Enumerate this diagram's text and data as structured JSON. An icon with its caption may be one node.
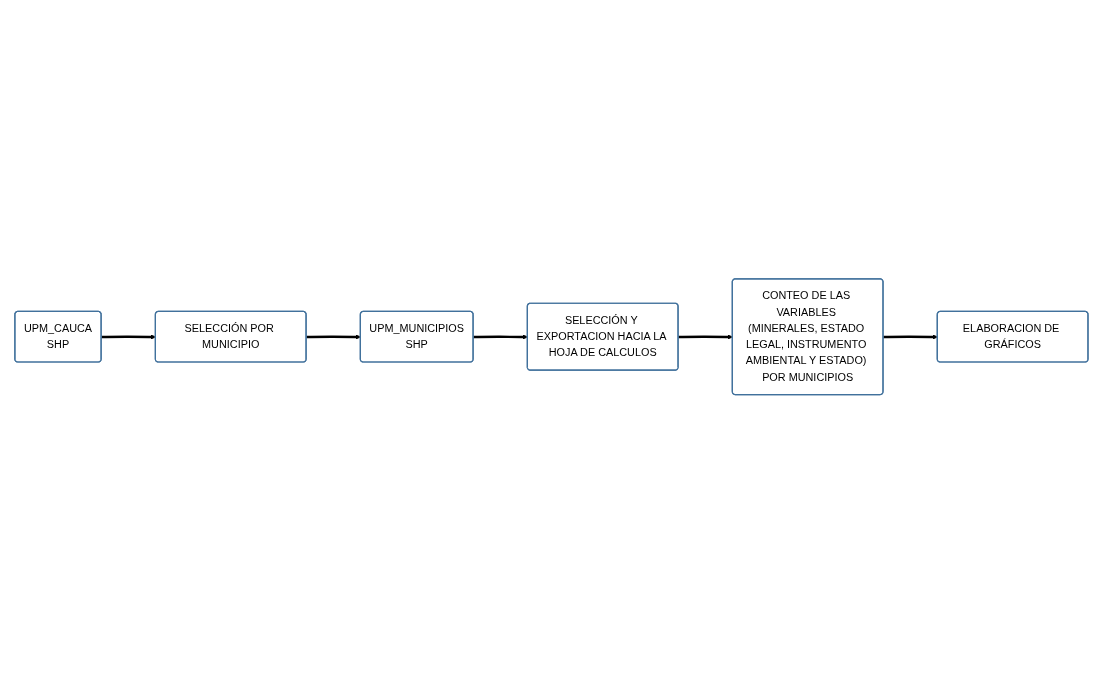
{
  "diagram": {
    "nodes": [
      {
        "text": [
          "UPM_CAUCA",
          "SHP"
        ]
      },
      {
        "text": [
          "SELECCIÓN POR MUNICIPIO"
        ]
      },
      {
        "text": [
          "UPM_MUNICIPIOS",
          "SHP"
        ]
      },
      {
        "text": [
          "SELECCIÓN Y EXPORTACION HACIA LA HOJA DE CALCULOS"
        ]
      },
      {
        "text": [
          "CONTEO DE LAS VARIABLES (MINERALES, ESTADO LEGAL, INSTRUMENTO AMBIENTAL Y ESTADO) POR MUNICIPIOS"
        ]
      },
      {
        "text": [
          "ELABORACION DE GRÁFICOS"
        ]
      }
    ],
    "edges": [
      {
        "from": 0,
        "to": 1,
        "arrow": "to"
      },
      {
        "from": 1,
        "to": 2,
        "arrow": "to"
      },
      {
        "from": 2,
        "to": 3,
        "arrow": "to"
      },
      {
        "from": 3,
        "to": 4,
        "arrow": "to"
      },
      {
        "from": 4,
        "to": 5,
        "arrow": "to"
      }
    ]
  }
}
